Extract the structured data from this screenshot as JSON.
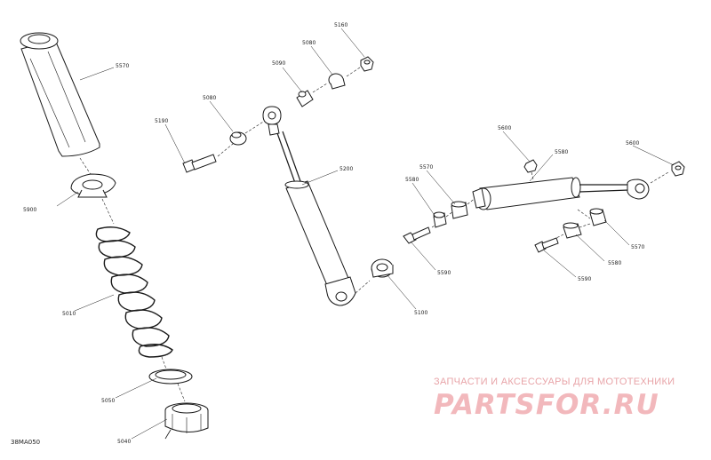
{
  "diagram": {
    "reference_code": "38MA050",
    "callouts": [
      "5570",
      "5900",
      "5010",
      "5050",
      "5040",
      "5190",
      "5080",
      "5090",
      "5080",
      "5160",
      "5200",
      "5100",
      "5590",
      "5570",
      "5580",
      "5600",
      "5580",
      "5600",
      "5570",
      "5580",
      "5590"
    ]
  },
  "watermark": {
    "tagline": "ЗАПЧАСТИ И АКСЕССУАРЫ ДЛЯ МОТОТЕХНИКИ",
    "brand": "PARTSFOR.RU"
  }
}
